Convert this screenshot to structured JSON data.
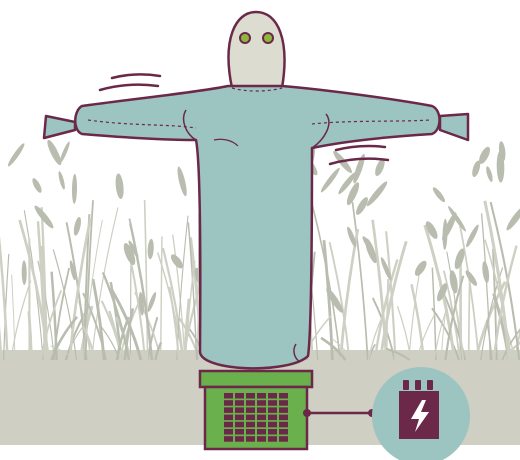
{
  "illustration": {
    "subject": "",
    "elements": {
      "background": "wheat-field",
      "figure": "scarecrow-inflatable",
      "base": "fan-blower-box",
      "power": "battery-icon"
    }
  },
  "colors": {
    "background": "#ffffff",
    "ground": "#cfcfc4",
    "grass": "#cdd0c3",
    "grass_dark": "#b9bdaf",
    "body_fill": "#9cc4c1",
    "head_fill": "#dcdcd0",
    "outline": "#6b2848",
    "eyes": "#8db83c",
    "box_green": "#6ab04c",
    "box_grill": "#6b2848",
    "power_circle": "#9cc4c1",
    "battery": "#6b2848",
    "bolt": "#ffffff"
  },
  "icons": [
    "lightning-bolt-icon",
    "battery-icon"
  ]
}
